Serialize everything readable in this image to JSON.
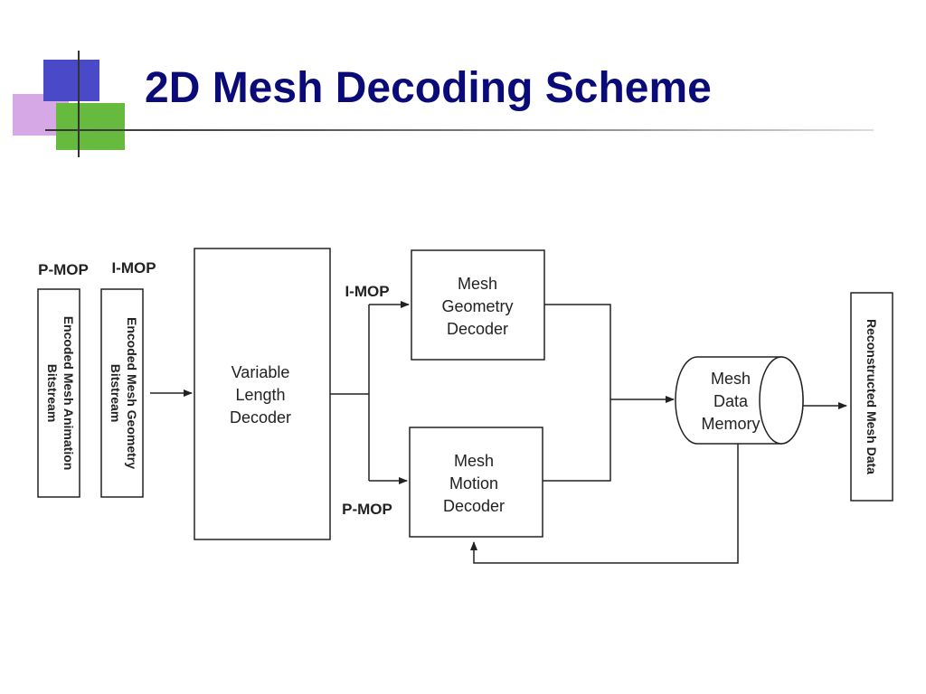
{
  "slide": {
    "title": "2D Mesh Decoding Scheme"
  },
  "diagram": {
    "inputs": {
      "animation_tag": "P-MOP",
      "geometry_tag": "I-MOP",
      "animation_bitstream": [
        "Encoded Mesh Animation",
        "Bitstream"
      ],
      "geometry_bitstream": [
        "Encoded Mesh Geometry",
        "Bitstream"
      ]
    },
    "vld": [
      "Variable",
      "Length",
      "Decoder"
    ],
    "branch_upper_label": "I-MOP",
    "branch_lower_label": "P-MOP",
    "geometry_decoder": [
      "Mesh",
      "Geometry",
      "Decoder"
    ],
    "motion_decoder": [
      "Mesh",
      "Motion",
      "Decoder"
    ],
    "memory": [
      "Mesh",
      "Data",
      "Memory"
    ],
    "output": "Reconstructed Mesh Data"
  },
  "colors": {
    "title": "#0a0a78",
    "accent_blue": "#4a4ac8",
    "accent_pink": "#d7a8e6",
    "accent_green": "#66bb3e"
  }
}
